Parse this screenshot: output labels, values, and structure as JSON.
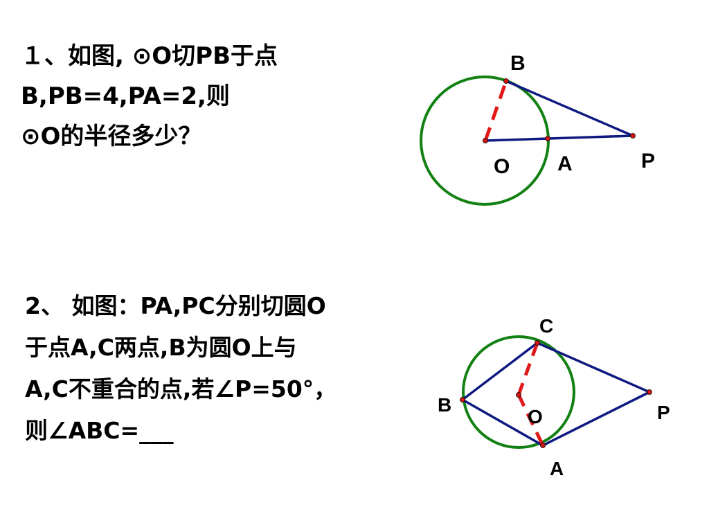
{
  "problem1": {
    "lines": [
      "１、如图, ⊙O切PB于点",
      "B,PB=4,PA=2,则",
      "⊙O的半径多少？"
    ]
  },
  "problem2": {
    "lines": [
      "2、 如图：PA,PC分别切圆O",
      "于点A,C两点,B为圆O上与",
      "A,C不重合的点,若∠P=50°，",
      "则∠ABC=___"
    ]
  },
  "figure1": {
    "labels": {
      "B": "B",
      "O": "O",
      "A": "A",
      "P": "P"
    }
  },
  "figure2": {
    "labels": {
      "C": "C",
      "B": "B",
      "O": "O",
      "P": "P",
      "A": "A"
    }
  },
  "colors": {
    "circle": "#138013",
    "line": "#0f1a80",
    "radius_dashed": "#e01818",
    "point": "#d21414"
  }
}
